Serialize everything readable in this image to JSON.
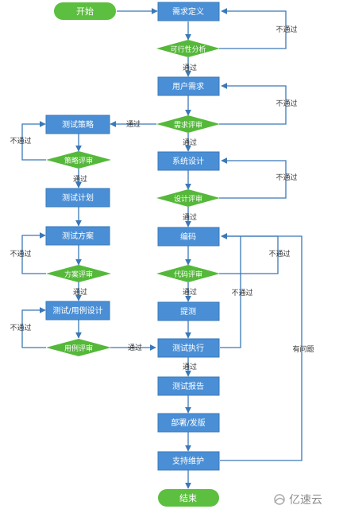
{
  "start_label": "开始",
  "end_label": "结束",
  "boxes": {
    "req_define": "需求定义",
    "user_req": "用户需求",
    "sys_design": "系统设计",
    "coding": "编码",
    "submit_test": "提测",
    "test_exec": "测试执行",
    "test_report": "测试报告",
    "deploy": "部署/发版",
    "support": "支持维护",
    "test_strategy": "测试策略",
    "test_plan": "测试计划",
    "test_scheme": "测试方案",
    "test_case_design": "测试/用例设计"
  },
  "diamonds": {
    "feasibility": "可行性分析",
    "req_review": "需求评审",
    "design_review": "设计评审",
    "code_review": "代码评审",
    "strategy_review": "策略评审",
    "scheme_review": "方案评审",
    "case_review": "用例评审"
  },
  "edge_labels": {
    "pass": "通过",
    "fail": "不通过",
    "has_issue": "有问题"
  },
  "watermark": "亿速云",
  "colors": {
    "box": "#4a8fd6",
    "box_border": "#3a78b8",
    "diamond": "#55b83a",
    "terminal": "#5cbf3f",
    "line": "#3a78b8",
    "text_light": "#ffffff",
    "text_dark": "#333333"
  }
}
